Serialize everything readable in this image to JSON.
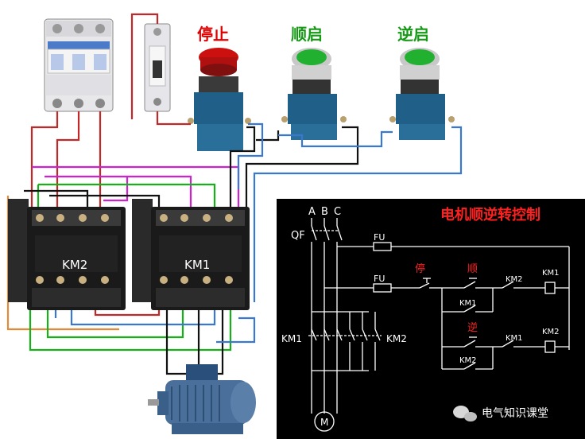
{
  "buttons": {
    "stop_label": "停止",
    "forward_label": "顺启",
    "reverse_label": "逆启"
  },
  "contactors": {
    "km2_label": "KM2",
    "km1_label": "KM1"
  },
  "schematic": {
    "title": "电机顺逆转控制",
    "phases": [
      "A",
      "B",
      "C"
    ],
    "qf": "QF",
    "fu_top": "FU",
    "fu_mid": "FU",
    "stop": "停",
    "forward": "顺",
    "reverse": "逆",
    "km1_aux": "KM1",
    "km2_aux": "KM2",
    "km2_interlock": "KM2",
    "km1_interlock": "KM1",
    "km1_coil": "KM1",
    "km2_coil": "KM2",
    "km1_main": "KM1",
    "km2_main": "KM2",
    "motor": "M"
  },
  "watermark": "电气知识课堂",
  "colors": {
    "wire_red": "#c0282a",
    "wire_magenta": "#d020d0",
    "wire_green": "#18b018",
    "wire_blue": "#3a78d0",
    "wire_black": "#111111",
    "wire_orange": "#e08a3a",
    "schematic_bg": "#000000",
    "schematic_line": "#ffffff",
    "schematic_red": "#ff2020"
  }
}
